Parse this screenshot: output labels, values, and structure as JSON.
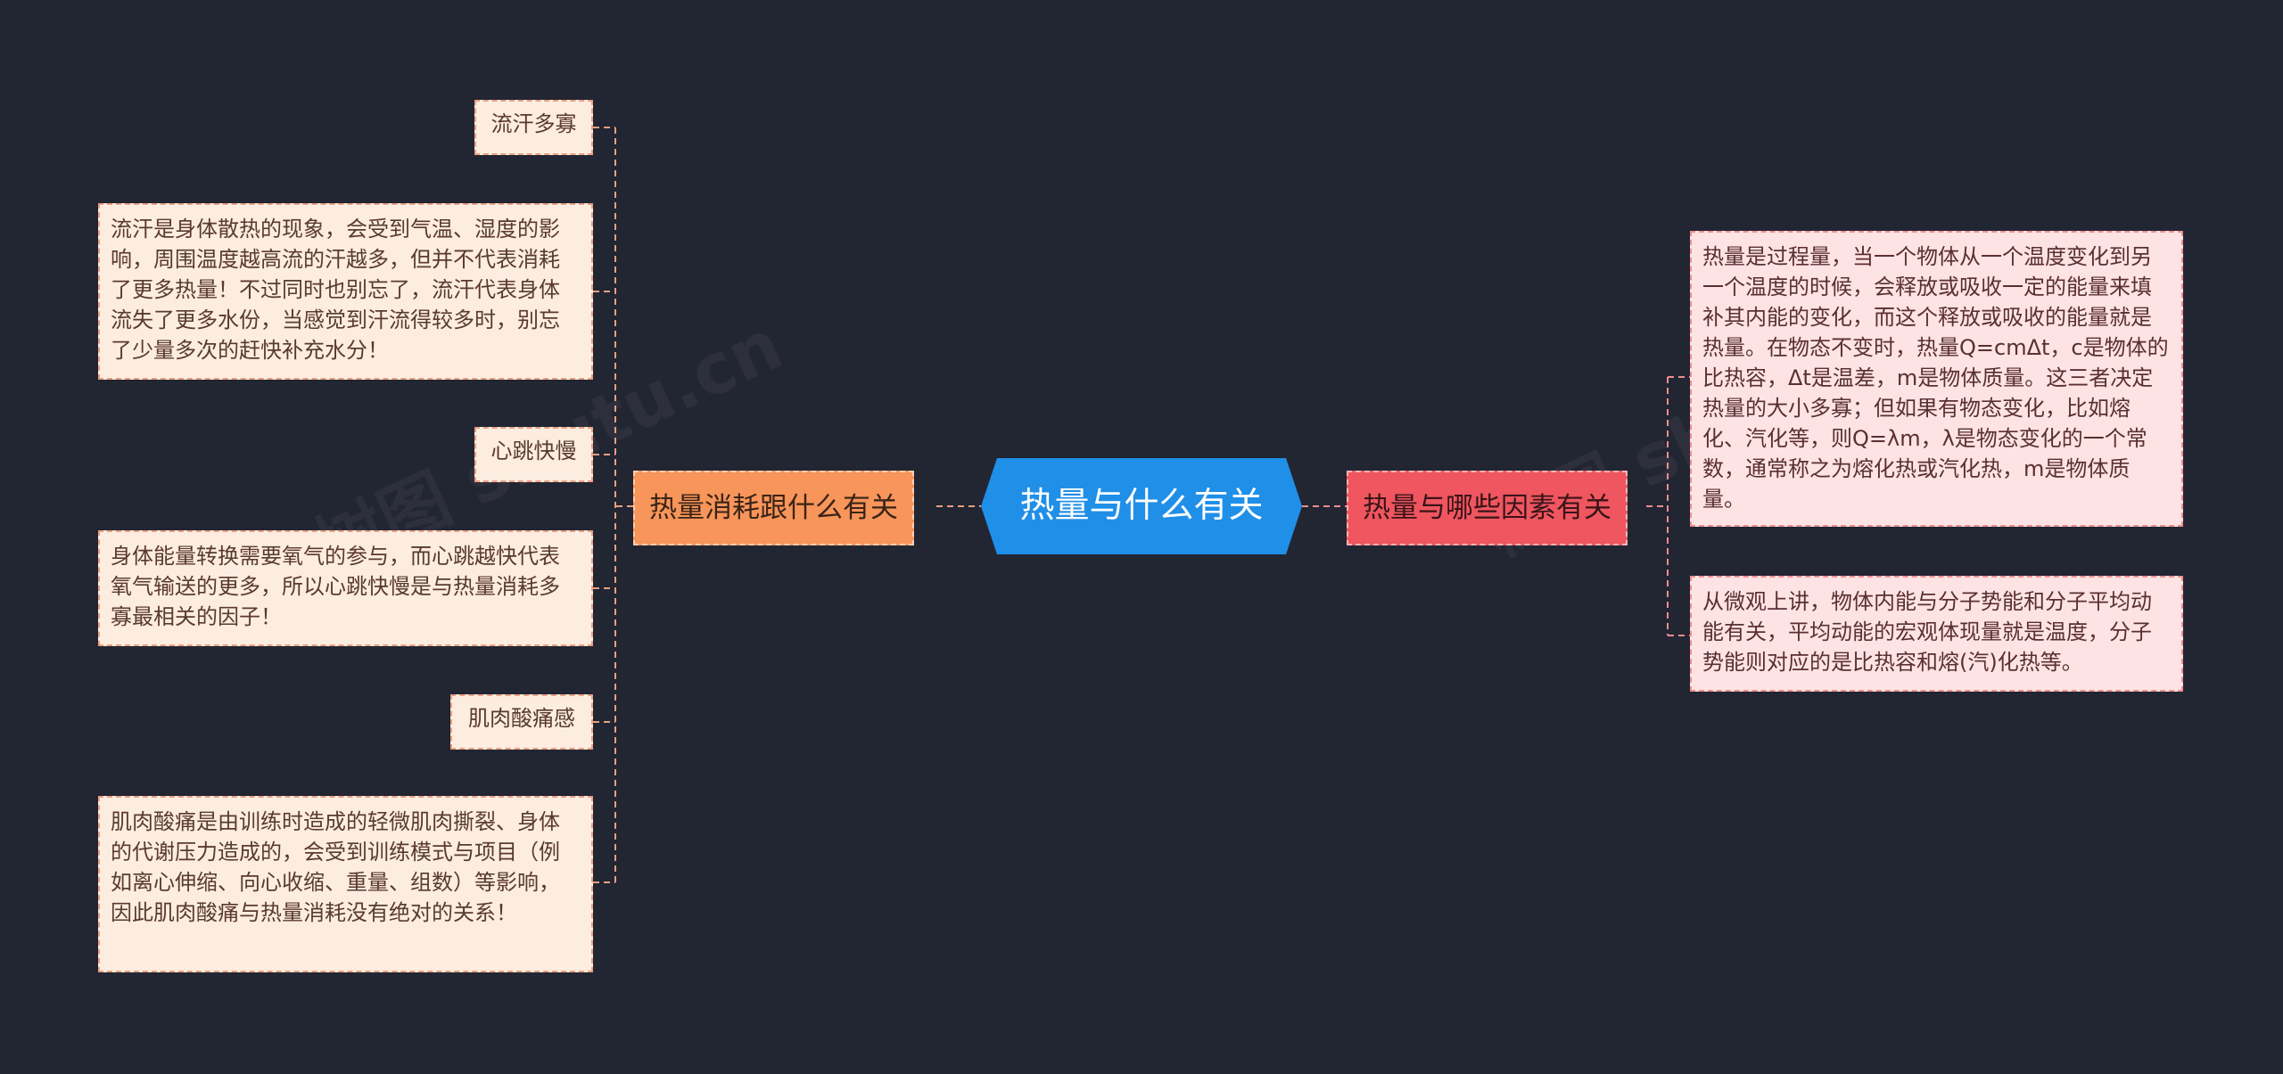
{
  "root": {
    "label": "热量与什么有关"
  },
  "left_branch": {
    "label": "热量消耗跟什么有关",
    "items": [
      {
        "title": "流汗多寡",
        "detail": "流汗是身体散热的现象，会受到气温、湿度的影响，周围温度越高流的汗越多，但并不代表消耗了更多热量！不过同时也别忘了，流汗代表身体流失了更多水份，当感觉到汗流得较多时，别忘了少量多次的赶快补充水分！"
      },
      {
        "title": "心跳快慢",
        "detail": "身体能量转换需要氧气的参与，而心跳越快代表氧气输送的更多，所以心跳快慢是与热量消耗多寡最相关的因子！"
      },
      {
        "title": "肌肉酸痛感",
        "detail": "肌肉酸痛是由训练时造成的轻微肌肉撕裂、身体的代谢压力造成的，会受到训练模式与项目（例如离心伸缩、向心收缩、重量、组数）等影响，因此肌肉酸痛与热量消耗没有绝对的关系！"
      }
    ]
  },
  "right_branch": {
    "label": "热量与哪些因素有关",
    "items": [
      {
        "detail": "热量是过程量，当一个物体从一个温度变化到另一个温度的时候，会释放或吸收一定的能量来填补其内能的变化，而这个释放或吸收的能量就是热量。在物态不变时，热量Q=cmΔt，c是物体的比热容，Δt是温差，m是物体质量。这三者决定热量的大小多寡；但如果有物态变化，比如熔化、汽化等，则Q=λm，λ是物态变化的一个常数，通常称之为熔化热或汽化热，m是物体质量。"
      },
      {
        "detail": "从微观上讲，物体内能与分子势能和分子平均动能有关，平均动能的宏观体现量就是温度，分子势能则对应的是比热容和熔(汽)化热等。"
      }
    ]
  },
  "colors": {
    "background": "#222532",
    "root": "#1f8fe8",
    "left_branch": "#f7955a",
    "right_branch": "#ef5660",
    "left_leaf": "#fdece0",
    "right_leaf": "#fde3e3",
    "connector": "#e9a080"
  },
  "watermark": [
    "树图 shutu.cn",
    "树图 shutu.cn"
  ]
}
